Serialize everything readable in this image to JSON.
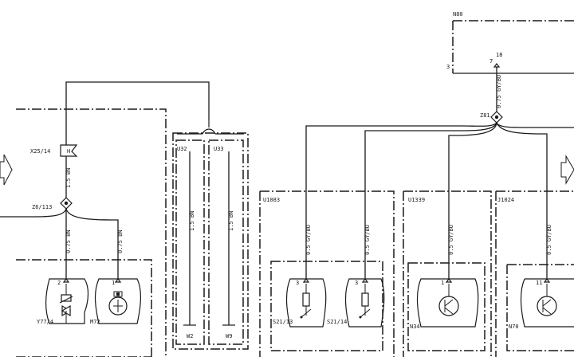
{
  "components": {
    "n80": "N80",
    "n80_pin_3": "3",
    "n80_pin_7": "7",
    "n80_pin_18": "18",
    "x25": "X25/14",
    "x25_pin": "H",
    "z6": "Z6/113",
    "z81": "Z81",
    "u32": "U32",
    "u33": "U33",
    "u1083": "U1083",
    "u1339": "U1339",
    "j1024": "J1024",
    "y77": "Y77/4",
    "m72": "M72",
    "s21_13": "S21/13",
    "s21_14": "S21/14",
    "n34": "N34",
    "n70": "N70",
    "w2": "W2",
    "w9": "W9",
    "pin_2": "2",
    "pin_1": "1",
    "pin_3a": "3",
    "pin_3b": "3",
    "pin_1b": "1",
    "pin_11": "11"
  },
  "wires": {
    "w_bn_1": "1.5 BN",
    "w_bn_2": "0.75 BN",
    "w_bn_3": "0.75 BN",
    "w_u32": "1.5 BN",
    "w_u33": "1.5 BN",
    "w_z81_in": "0.75 GY/BU",
    "w_s13": "0.5 GY/BU",
    "w_s14": "0.5 GY/BU",
    "w_n34": "0.5 GY/BU",
    "w_n70": "0.5 GY/BU"
  }
}
